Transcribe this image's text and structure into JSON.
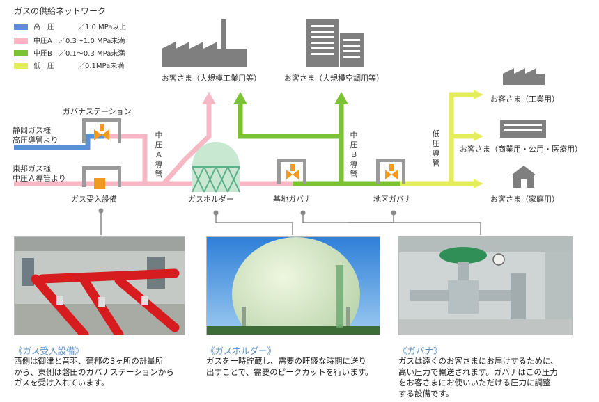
{
  "legend": {
    "title": "ガスの供給ネットワーク",
    "items": [
      {
        "name": "高　圧",
        "range": "／1.0 MPa以上",
        "color": "#5b8fd6"
      },
      {
        "name": "中圧A",
        "range": "／0.3〜1.0 MPa未満",
        "color": "#f5b8c4"
      },
      {
        "name": "中圧B",
        "range": "／0.1〜0.3 MPa未満",
        "color": "#7cc235"
      },
      {
        "name": "低　圧",
        "range": "／0.1MPa未満",
        "color": "#e4ee5c"
      }
    ]
  },
  "sources": {
    "shizuoka_1": "静岡ガス様",
    "shizuoka_2": "高圧導管より",
    "toho_1": "東邦ガス様",
    "toho_2": "中圧Ａ導管より"
  },
  "labels": {
    "governor_station": "ガバナステーション",
    "intake": "ガス受入設備",
    "holder": "ガスホルダー",
    "base_governor": "基地ガバナ",
    "district_governor": "地区ガバナ",
    "pipe_a": "中圧Ａ導管",
    "pipe_b": "中圧Ｂ導管",
    "pipe_low": "低圧導管"
  },
  "customers": {
    "large_industrial": "お客さま（大規模工業用等）",
    "large_hvac": "お客さま（大規模空調用等）",
    "industrial": "お客さま（工業用）",
    "commercial": "お客さま（商業用・公用・医療用）",
    "home": "お客さま（家庭用）"
  },
  "panels": [
    {
      "caption": "《ガス受入設備》",
      "lines": [
        "西側は御津と音羽、蒲郡の3ヶ所の計量所",
        "から、東側は磐田のガバナステーションから",
        "ガスを受け入れています。"
      ]
    },
    {
      "caption": "《ガスホルダー》",
      "lines": [
        "ガスを一時貯蔵し、需要の旺盛な時期に送り",
        "出すことで、需要のピークカットを行います。"
      ]
    },
    {
      "caption": "《ガバナ》",
      "lines": [
        "ガスは遠くのお客さまにお届けするために、",
        "高い圧力で輸送されます。ガバナはこの圧力",
        "をお客さまにお使いいただける圧力に調整",
        "する設備です。"
      ]
    }
  ],
  "colors": {
    "high": "#5b8fd6",
    "mid_a": "#f5b8c4",
    "mid_b": "#7cc235",
    "low": "#e4ee5c",
    "icon_gray": "#7f7f7f",
    "valve_orange": "#f39a1e",
    "holder_green": "#c9e8d2"
  }
}
